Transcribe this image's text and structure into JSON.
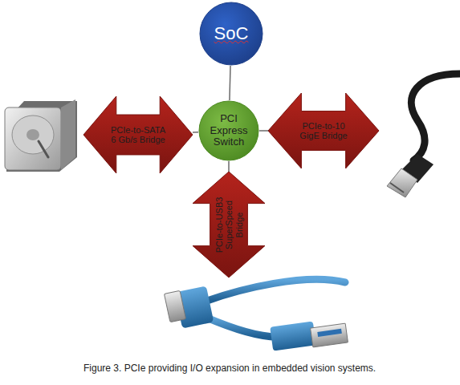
{
  "diagram": {
    "caption": "Figure 3. PCIe providing I/O expansion in embedded vision systems.",
    "nodes": [
      {
        "text": [
          "SoC"
        ]
      },
      {
        "text": [
          "PCIe-to-SATA 6 Gb/s Bridge"
        ]
      },
      {
        "text": [
          "PCI Express Switch"
        ]
      },
      {
        "text": [
          "PCIe-to-10 GigE Bridge"
        ]
      },
      {
        "text": [
          "PCIe-to-USB3 SuperSpeed Bridge"
        ]
      }
    ],
    "edges": [
      {
        "from": 0,
        "to": 2,
        "arrow": "none"
      },
      {
        "from": 2,
        "to": 1,
        "arrow": "none"
      },
      {
        "from": 2,
        "to": 3,
        "arrow": "none"
      },
      {
        "from": 2,
        "to": 4,
        "arrow": "none"
      }
    ]
  }
}
